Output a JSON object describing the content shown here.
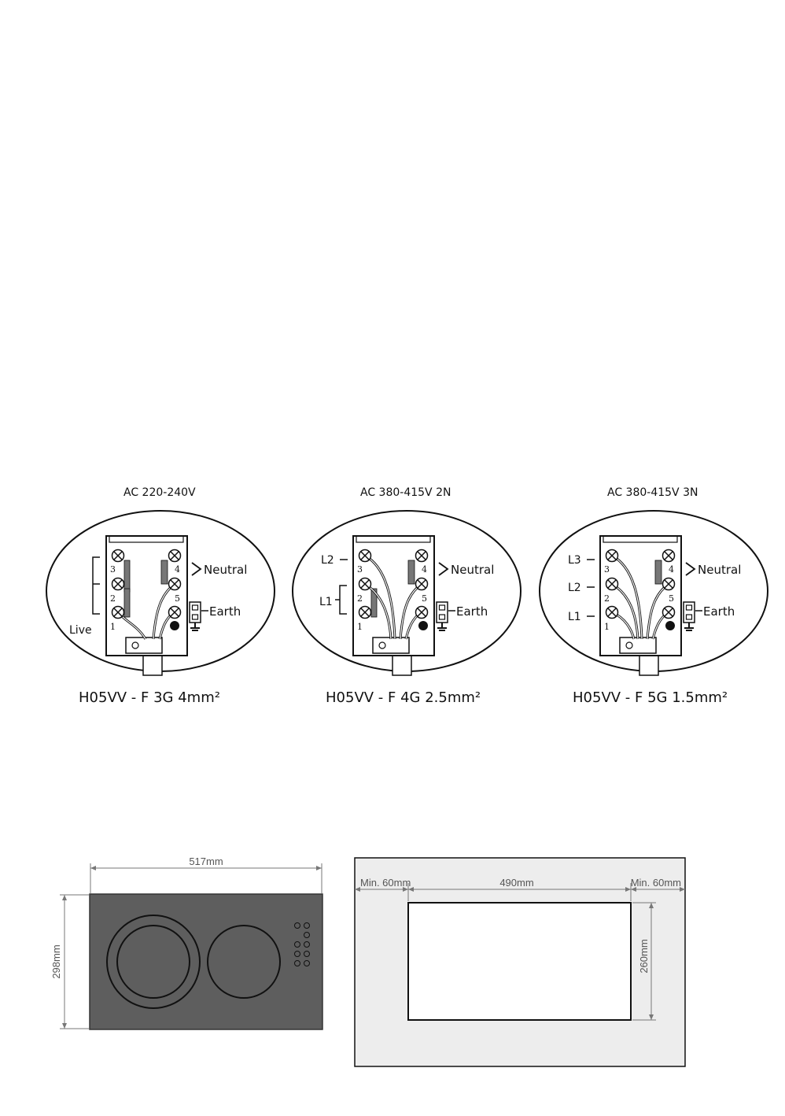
{
  "wiring_diagrams": [
    {
      "title": "AC 220-240V",
      "cable": "H05VV - F 3G 4mm²",
      "terminal_numbers": [
        "3",
        "2",
        "1",
        "4",
        "5"
      ],
      "labels": {
        "live": "Live",
        "neutral": "Neutral",
        "earth": "Earth"
      }
    },
    {
      "title": "AC 380-415V 2N",
      "cable": "H05VV - F 4G 2.5mm²",
      "terminal_numbers": [
        "3",
        "2",
        "1",
        "4",
        "5"
      ],
      "labels": {
        "l2": "L2",
        "l1": "L1",
        "neutral": "Neutral",
        "earth": "Earth"
      }
    },
    {
      "title": "AC 380-415V 3N",
      "cable": "H05VV - F 5G 1.5mm²",
      "terminal_numbers": [
        "3",
        "2",
        "1",
        "4",
        "5"
      ],
      "labels": {
        "l3": "L3",
        "l2": "L2",
        "l1": "L1",
        "neutral": "Neutral",
        "earth": "Earth"
      }
    }
  ],
  "hob_dimensions": {
    "width": "517mm",
    "depth": "298mm"
  },
  "cutout_dimensions": {
    "width": "490mm",
    "depth": "260mm",
    "min_left": "Min. 60mm",
    "min_right": "Min. 60mm"
  }
}
